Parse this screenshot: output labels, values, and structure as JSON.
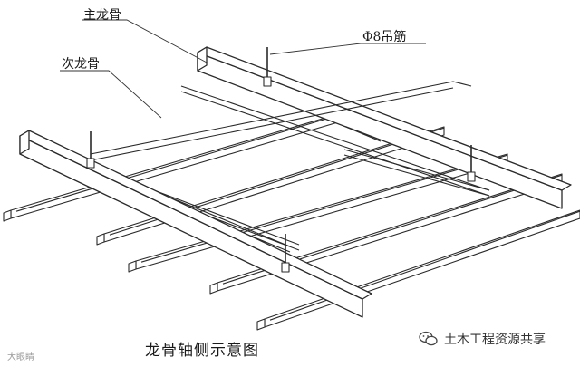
{
  "labels": {
    "main_keel": "主龙骨",
    "secondary_keel": "次龙骨",
    "hanger_rod": "Φ8吊筋"
  },
  "caption": "龙骨轴侧示意图",
  "watermark_left": "大眼睛",
  "watermark_right": "土木工程资源共享",
  "colors": {
    "line": "#2a2a2a",
    "background": "#ffffff"
  },
  "icons": [
    "wechat-icon"
  ]
}
